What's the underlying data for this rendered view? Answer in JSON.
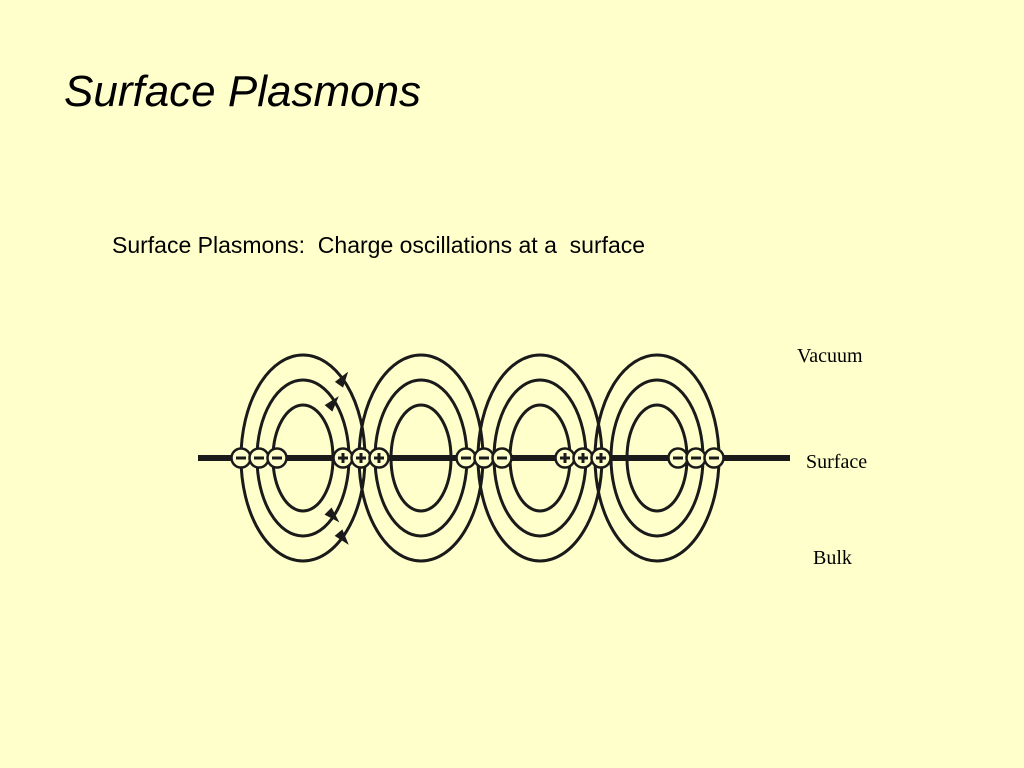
{
  "slide": {
    "title": "Surface Plasmons",
    "subtitle": "Surface Plasmons:  Charge oscillations at a  surface"
  },
  "diagram": {
    "labels": {
      "vacuum": "Vacuum",
      "surface": "Surface",
      "bulk": "Bulk"
    },
    "charge_groups": [
      "- - -",
      "+ + +",
      "- - -",
      "+ + +",
      "- - -"
    ],
    "colors": {
      "background": "#ffffcc",
      "ink": "#1a1a1a"
    }
  }
}
